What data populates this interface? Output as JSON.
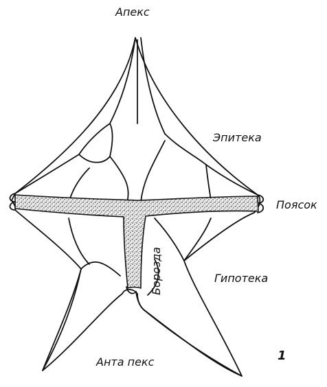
{
  "labels": {
    "apex": "Апекс",
    "epitheca": "Эпитека",
    "girdle": "Поясок",
    "sulcus": "Борозда",
    "hypotheca": "Гипотека",
    "antapex": "Анта пекс",
    "figure_number": "1"
  },
  "colors": {
    "line": "#111111",
    "girdle_fill": "#eeeeee",
    "stipple": "#1a1a1a",
    "background": "#ffffff"
  }
}
